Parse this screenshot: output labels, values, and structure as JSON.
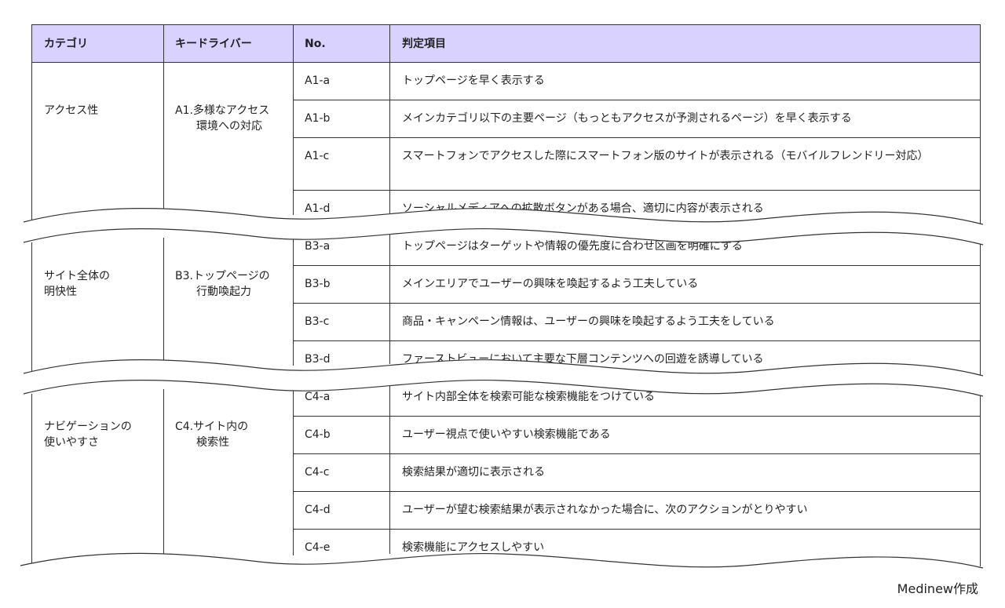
{
  "header": {
    "col_category": "カテゴリ",
    "col_driver": "キードライバー",
    "col_no": "No.",
    "col_item": "判定項目",
    "bg_color": "#d9d2ff"
  },
  "sections": [
    {
      "category_lines": [
        "アクセス性"
      ],
      "driver_lines": [
        "A1.多様なアクセス",
        "環境への対応"
      ],
      "rows": [
        {
          "no": "A1-a",
          "item": "トップページを早く表示する"
        },
        {
          "no": "A1-b",
          "item": "メインカテゴリ以下の主要ページ（もっともアクセスが予測されるページ）を早く表示する"
        },
        {
          "no": "A1-c",
          "item": "スマートフォンでアクセスした際にスマートフォン版のサイトが表示される（モバイルフレンドリー対応）"
        },
        {
          "no": "A1-d",
          "item": "ソーシャルメディアへの拡散ボタンがある場合、適切に内容が表示される"
        }
      ]
    },
    {
      "category_lines": [
        "サイト全体の",
        "明快性"
      ],
      "driver_lines": [
        "B3.トップページの",
        "行動喚起力"
      ],
      "rows": [
        {
          "no": "B3-a",
          "item": "トップページはターゲットや情報の優先度に合わせ区画を明確にする"
        },
        {
          "no": "B3-b",
          "item": "メインエリアでユーザーの興味を喚起するよう工夫している"
        },
        {
          "no": "B3-c",
          "item": "商品・キャンペーン情報は、ユーザーの興味を喚起するよう工夫をしている"
        },
        {
          "no": "B3-d",
          "item": "ファーストビューにおいて主要な下層コンテンツへの回遊を誘導している"
        }
      ]
    },
    {
      "category_lines": [
        "ナビゲーションの",
        "使いやすさ"
      ],
      "driver_lines": [
        "C4.サイト内の",
        "検索性"
      ],
      "rows": [
        {
          "no": "C4-a",
          "item": "サイト内部全体を検索可能な検索機能をつけている"
        },
        {
          "no": "C4-b",
          "item": "ユーザー視点で使いやすい検索機能である"
        },
        {
          "no": "C4-c",
          "item": "検索結果が適切に表示される"
        },
        {
          "no": "C4-d",
          "item": "ユーザーが望む検索結果が表示されなかった場合に、次のアクションがとりやすい"
        },
        {
          "no": "C4-e",
          "item": "検索機能にアクセスしやすい"
        }
      ]
    }
  ],
  "credit": "Medinew作成"
}
